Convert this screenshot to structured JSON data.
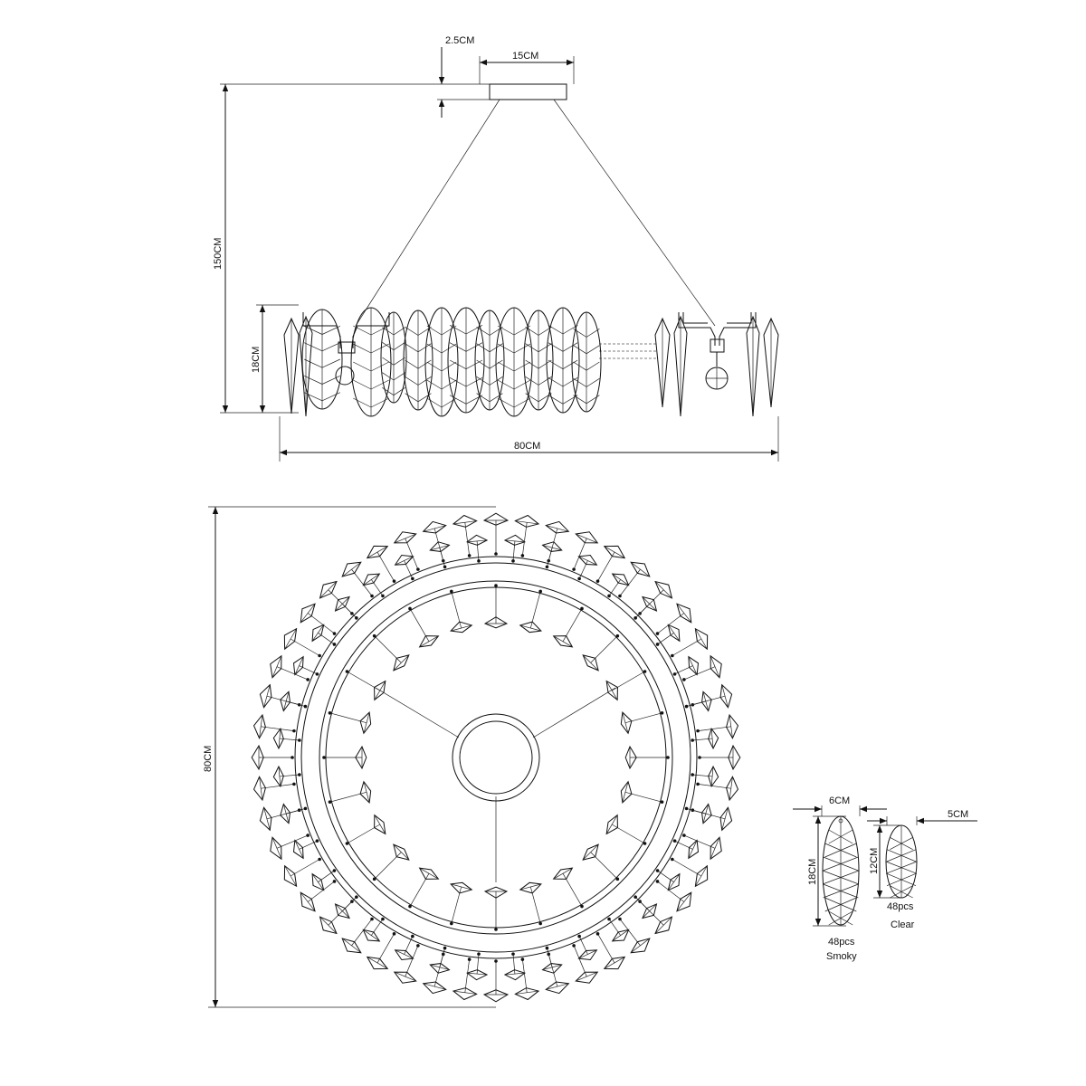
{
  "side_view": {
    "canopy_height": "2.5CM",
    "canopy_width": "15CM",
    "total_height": "150CM",
    "body_height": "18CM",
    "total_width": "80CM"
  },
  "top_view": {
    "diameter": "80CM"
  },
  "crystals": {
    "smoky": {
      "width": "6CM",
      "height": "18CM",
      "count": "48pcs",
      "name": "Smoky"
    },
    "clear": {
      "width": "5CM",
      "height": "12CM",
      "count": "48pcs",
      "name": "Clear"
    }
  }
}
